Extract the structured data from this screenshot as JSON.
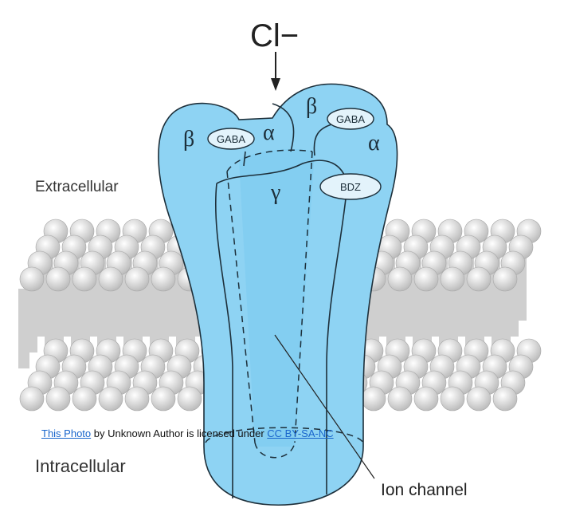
{
  "diagram": {
    "ion_label": "Cl−",
    "regions": {
      "extracellular": "Extracellular",
      "intracellular": "Intracellular"
    },
    "subunits": {
      "beta_left": "β",
      "alpha_mid": "α",
      "beta_top": "β",
      "alpha_right": "α",
      "gamma": "γ"
    },
    "binding_sites": {
      "gaba_left": "GABA",
      "gaba_right": "GABA",
      "bdz": "BDZ"
    },
    "callout": "Ion channel",
    "colors": {
      "receptor": "#8ed3f3",
      "channel": "#6cc6ef",
      "lipid": "#d8d8d8"
    }
  },
  "attribution": {
    "link_text": "This Photo",
    "middle_text": " by Unknown Author is licensed under ",
    "license_text": "CC BY-SA-NC"
  }
}
